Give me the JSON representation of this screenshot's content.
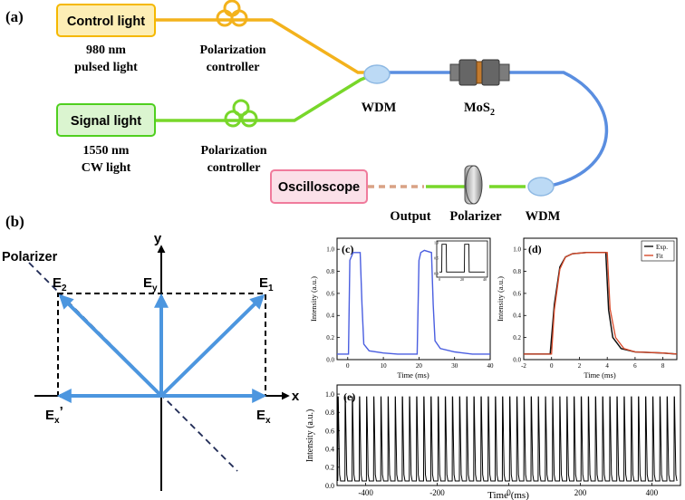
{
  "colors": {
    "yellow_box_fill": "#fdeeb5",
    "yellow_box_stroke": "#f5b800",
    "yellow_fiber": "#f3b21c",
    "green_box_fill": "#dbf5d0",
    "green_box_stroke": "#4fcf1f",
    "green_fiber": "#78d72a",
    "blue_fiber": "#5a8ee0",
    "pink_box_fill": "#fbe0e8",
    "pink_box_stroke": "#f07b9c",
    "output_dash": "#d9a285",
    "wdm_fill": "#bcdaf5",
    "vector_blue": "#4c96df",
    "trace_blue": "#4a5ee0",
    "fit_red": "#d84a2a"
  },
  "panel_a": {
    "label": "(a)",
    "control_box": "Control light",
    "control_desc_1": "980 nm",
    "control_desc_2": "pulsed light",
    "pc1_label_1": "Polarization",
    "pc1_label_2": "controller",
    "signal_box": "Signal light",
    "signal_desc_1": "1550 nm",
    "signal_desc_2": "CW light",
    "pc2_label_1": "Polarization",
    "pc2_label_2": "controller",
    "wdm1_label": "WDM",
    "mos2_label": "MoS",
    "mos2_sub": "2",
    "oscilloscope_box": "Oscilloscope",
    "output_label": "Output",
    "polarizer_label": "Polarizer",
    "wdm2_label": "WDM"
  },
  "panel_b": {
    "label": "(b)",
    "polarizer_label": "Polarizer",
    "y_axis": "y",
    "x_axis": "x",
    "e1": "E",
    "e1_sub": "1",
    "e2": "E",
    "e2_sub": "2",
    "ey": "E",
    "ey_sub": "y",
    "ex": "E",
    "ex_sub": "x",
    "exp": "E",
    "exp_sub": "x",
    "exp_prime": "’"
  },
  "panel_c": {
    "label": "(c)",
    "xlabel": "Time (ms)",
    "ylabel": "Intensity (a.u.)",
    "x_ticks": [
      "0",
      "10",
      "20",
      "30",
      "40"
    ],
    "y_ticks": [
      "0.0",
      "0.2",
      "0.4",
      "0.6",
      "0.8",
      "1.0"
    ],
    "inset_x_ticks": [
      "0",
      "20",
      "40"
    ],
    "inset_y_ticks": [
      "1.0",
      "0.5",
      "0.0"
    ]
  },
  "panel_d": {
    "label": "(d)",
    "xlabel": "Time (ms)",
    "ylabel": "Intensity (a.u.)",
    "x_ticks": [
      "-2",
      "0",
      "2",
      "4",
      "6",
      "8"
    ],
    "y_ticks": [
      "0.0",
      "0.2",
      "0.4",
      "0.6",
      "0.8",
      "1.0"
    ],
    "legend_exp": "Exp.",
    "legend_fit": "Fit"
  },
  "panel_e": {
    "label": "(e)",
    "xlabel": "Time (ms)",
    "ylabel": "Intensity (a.u.)",
    "x_ticks": [
      "-400",
      "-200",
      "0",
      "200",
      "400"
    ],
    "y_ticks": [
      "0.0",
      "0.2",
      "0.4",
      "0.6",
      "0.8",
      "1.0"
    ]
  },
  "chart_data": [
    {
      "type": "line",
      "panel": "c",
      "xlabel": "Time (ms)",
      "ylabel": "Intensity (a.u.)",
      "xlim": [
        -3,
        40
      ],
      "ylim": [
        0,
        1.1
      ],
      "series": [
        {
          "x": [
            -3,
            0.2,
            0.6,
            1.5,
            3.5,
            4.0,
            4.5,
            6,
            10,
            14,
            19.5,
            20.0,
            20.5,
            21.5,
            23.5,
            24.0,
            24.5,
            26,
            30,
            35,
            40
          ],
          "y": [
            0.05,
            0.05,
            0.9,
            0.97,
            0.97,
            0.5,
            0.14,
            0.08,
            0.06,
            0.05,
            0.05,
            0.9,
            0.97,
            0.99,
            0.97,
            0.5,
            0.17,
            0.1,
            0.07,
            0.05,
            0.05
          ]
        }
      ],
      "inset": {
        "xlim": [
          0,
          40
        ],
        "ylim": [
          0,
          1.0
        ]
      }
    },
    {
      "type": "line",
      "panel": "d",
      "xlabel": "Time (ms)",
      "ylabel": "Intensity (a.u.)",
      "xlim": [
        -2,
        9
      ],
      "ylim": [
        0,
        1.1
      ],
      "legend": "top-right",
      "series": [
        {
          "name": "Exp.",
          "x": [
            -2,
            -0.1,
            0.2,
            0.6,
            1.0,
            1.5,
            2.5,
            3.9,
            4.1,
            4.4,
            5.0,
            6.0,
            8.0,
            9.0
          ],
          "y": [
            0.05,
            0.05,
            0.5,
            0.84,
            0.93,
            0.96,
            0.97,
            0.97,
            0.45,
            0.2,
            0.1,
            0.07,
            0.06,
            0.05
          ]
        },
        {
          "name": "Fit",
          "x": [
            -2,
            0,
            0.2,
            0.6,
            1.0,
            1.5,
            2.5,
            4.0,
            4.2,
            4.6,
            5.2,
            6.0,
            8.0,
            9.0
          ],
          "y": [
            0.05,
            0.05,
            0.45,
            0.82,
            0.93,
            0.96,
            0.97,
            0.97,
            0.46,
            0.2,
            0.1,
            0.07,
            0.06,
            0.05
          ]
        }
      ]
    },
    {
      "type": "line",
      "panel": "e",
      "xlabel": "Time (ms)",
      "ylabel": "Intensity (a.u.)",
      "xlim": [
        -480,
        480
      ],
      "ylim": [
        0,
        1.1
      ],
      "pulse_train": {
        "period_ms": 20,
        "baseline": 0.05,
        "peak": 0.97
      }
    }
  ]
}
